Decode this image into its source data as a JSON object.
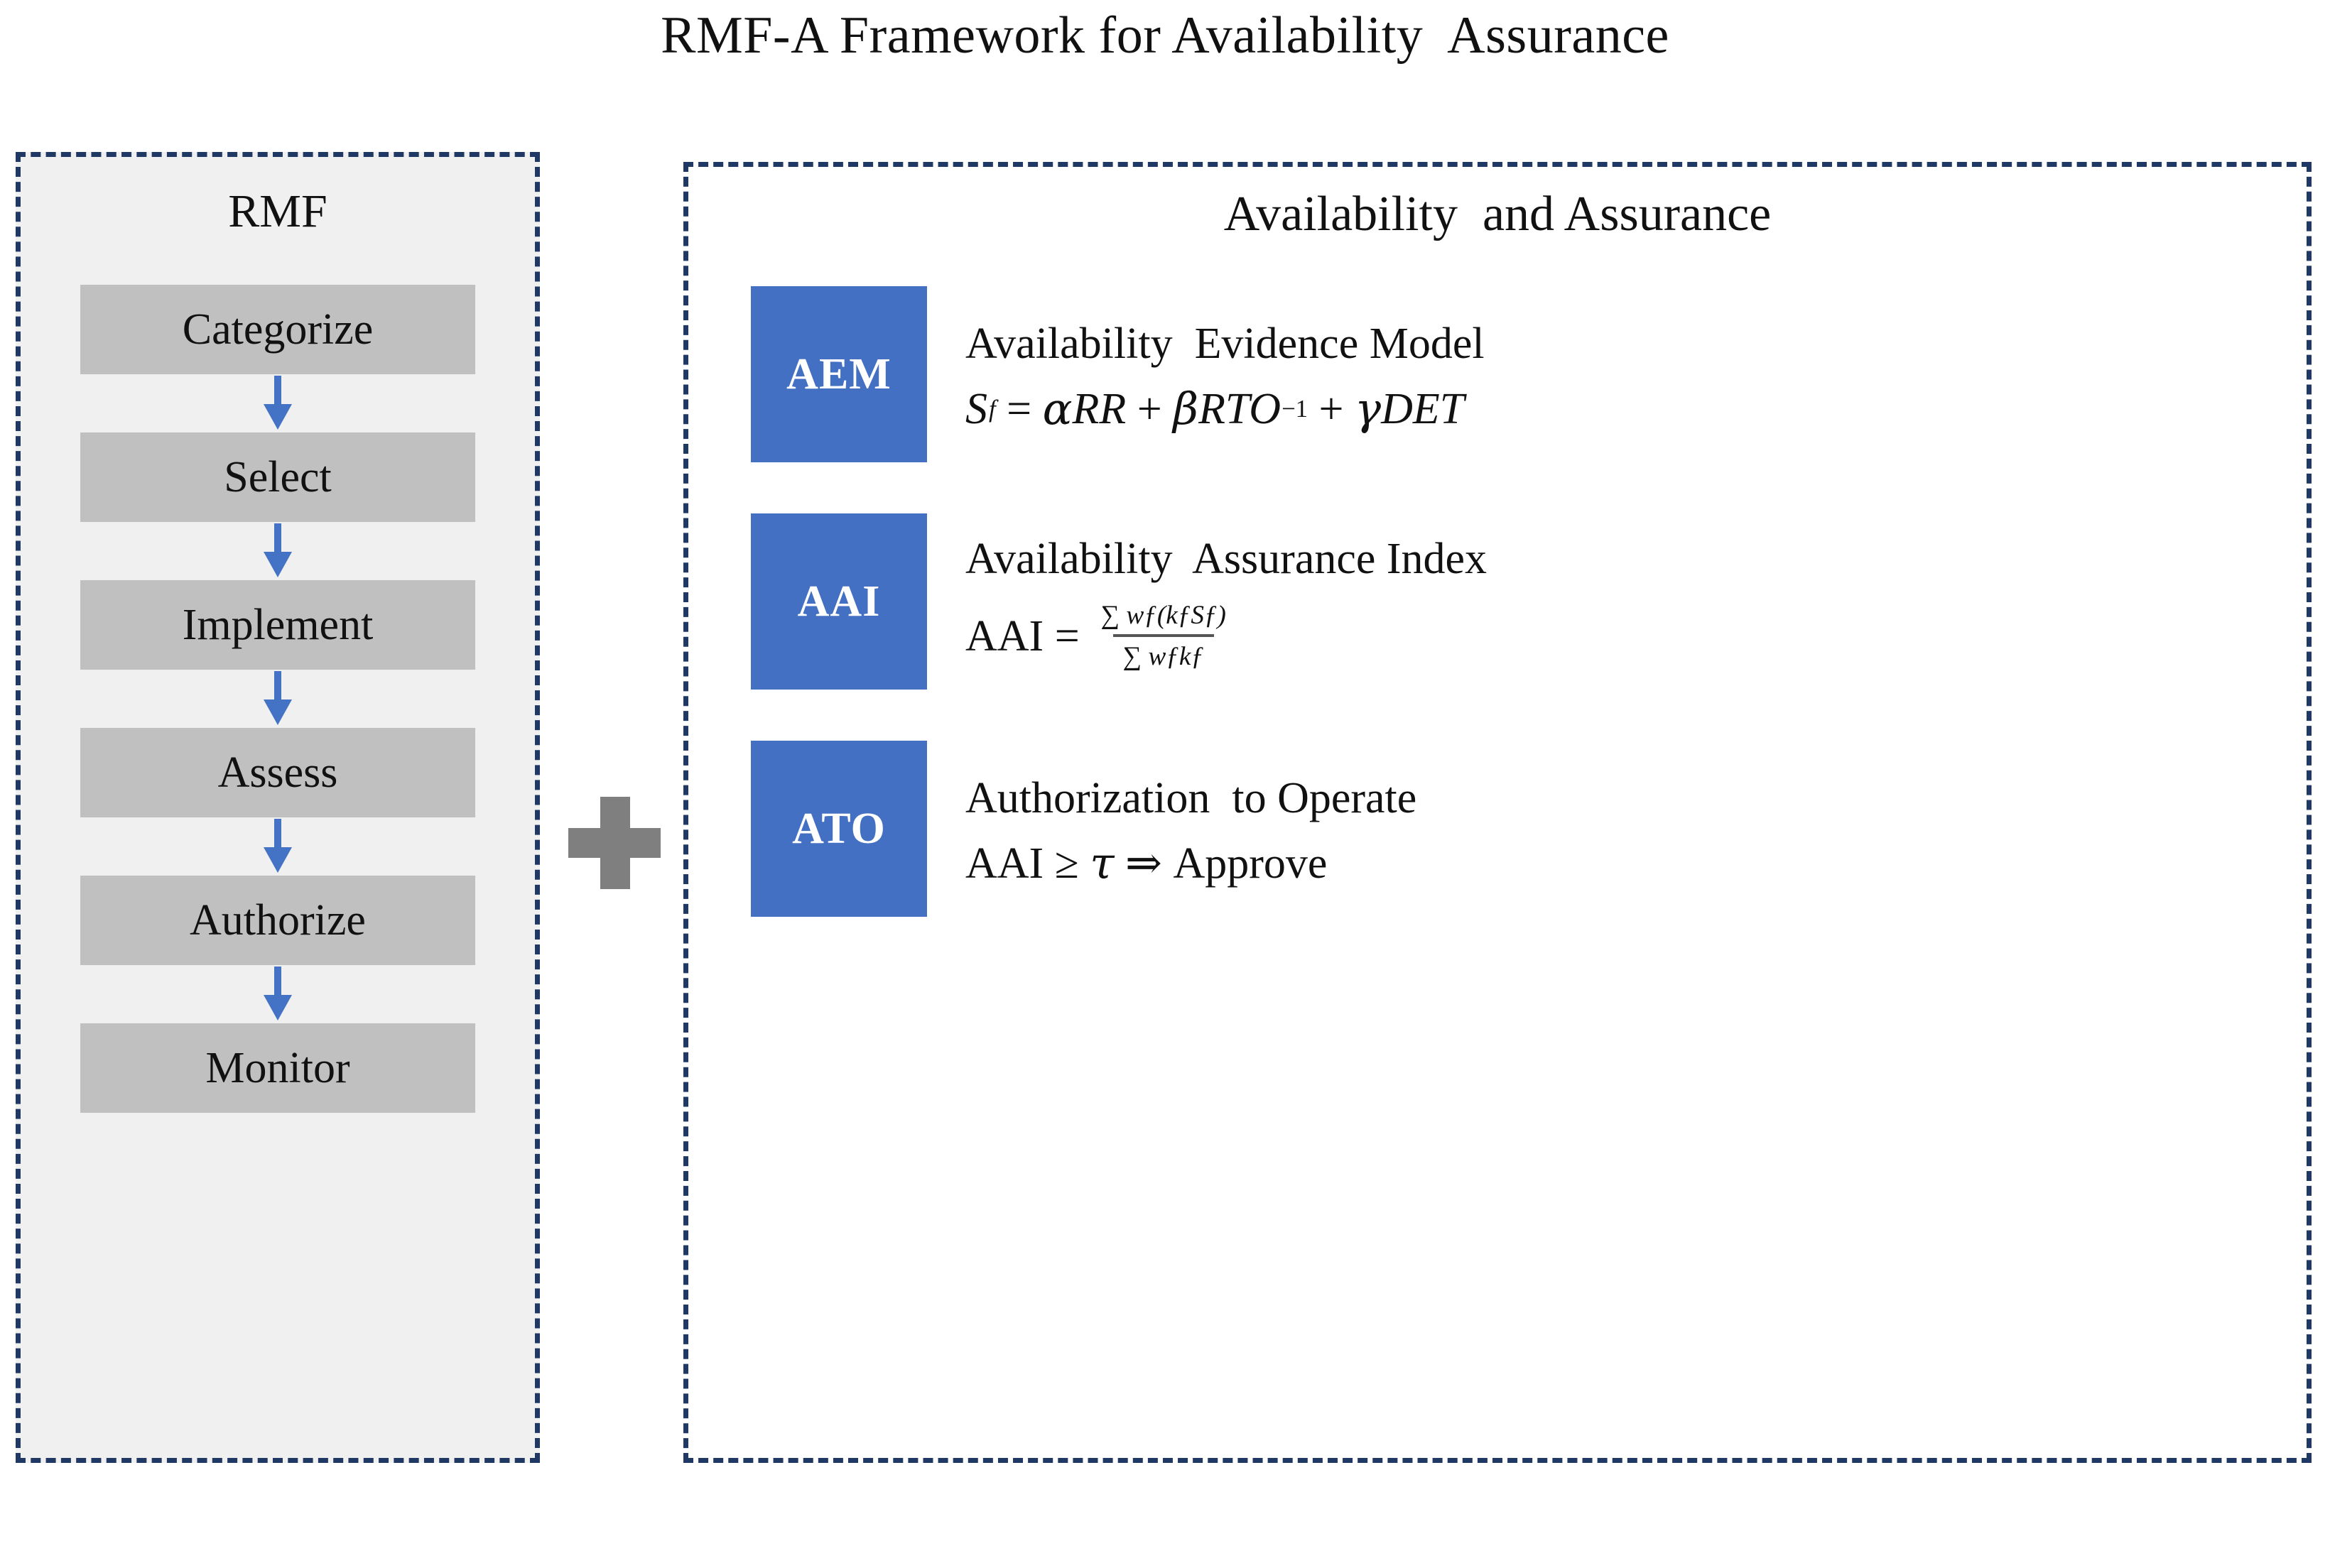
{
  "title": "RMF-A Framework for Availability  Assurance",
  "colors": {
    "accent_blue": "#4470c4",
    "arrow_blue": "#4472c4",
    "panel_bg": "#f0f0f0",
    "step_box": "#c0c0c0",
    "dashed_border": "#1f3864",
    "plus_gray": "#7f7f7f",
    "text": "#111111"
  },
  "rmf_panel": {
    "heading": "RMF",
    "steps": [
      {
        "label": "Categorize"
      },
      {
        "label": "Select"
      },
      {
        "label": "Implement"
      },
      {
        "label": "Assess"
      },
      {
        "label": "Authorize"
      },
      {
        "label": "Monitor"
      }
    ],
    "arrow_icon": "arrow-down-icon",
    "arrow_count": 5
  },
  "connector": {
    "symbol": "+",
    "icon": "plus-icon"
  },
  "availability_panel": {
    "heading": "Availability  and Assurance",
    "modules": [
      {
        "badge": "AEM",
        "title": "Availability  Evidence Model",
        "formula_plain": "S_f = αRR + βRTO⁻¹ + γDET",
        "formula_parts": {
          "lhs_var": "S",
          "lhs_sub": "f",
          "eq": "=",
          "term1_coef": "α",
          "term1_var": "RR",
          "plus1": "+",
          "term2_coef": "β",
          "term2_var": "RTO",
          "term2_sup": "−1",
          "plus2": "+",
          "term3_coef": "γ",
          "term3_var": "DET"
        }
      },
      {
        "badge": "AAI",
        "title": "Availability  Assurance Index",
        "formula_plain": "AAI = Σ w_f(k_f S_f) / Σ w_f k_f",
        "formula_parts": {
          "lhs": "AAI",
          "eq": "=",
          "numerator": "∑ wƒ(kƒSƒ)",
          "denominator": "∑ wƒkƒ"
        }
      },
      {
        "badge": "ATO",
        "title": "Authorization  to Operate",
        "formula_plain": "AAI ≥ τ ⇒ Approve",
        "formula_parts": {
          "lhs": "AAI",
          "rel": "≥",
          "threshold": "τ",
          "implies": "⇒",
          "result": "Approve"
        }
      }
    ]
  }
}
